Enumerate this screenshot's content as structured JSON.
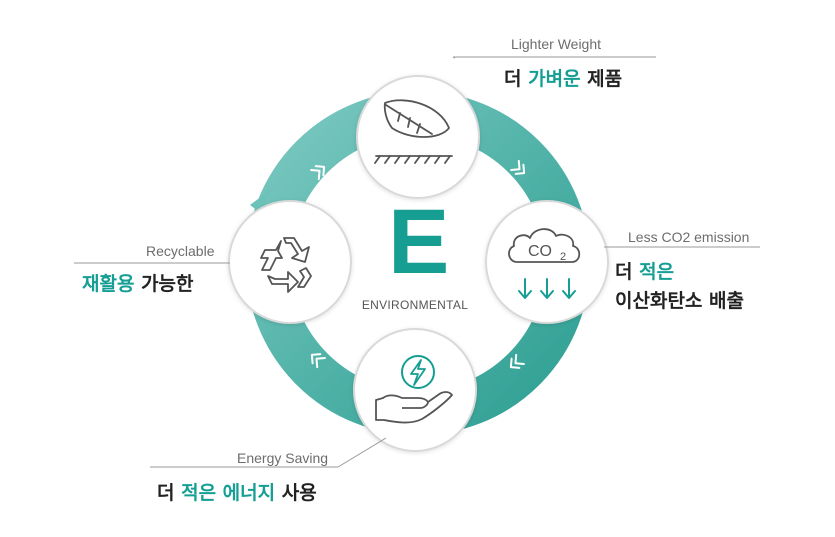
{
  "center": {
    "letter": "E",
    "word": "ENVIRONMENTAL"
  },
  "nodes": [
    {
      "key": "top",
      "icon": "feather-icon",
      "en": "Lighter Weight",
      "ko_plain1": "더 ",
      "ko_teal": "가벼운",
      "ko_plain2": " 제품"
    },
    {
      "key": "right",
      "icon": "co2-cloud-icon",
      "icon_text": "CO",
      "icon_sub": "2",
      "en": "Less CO2 emission",
      "ko_plain1": "더 ",
      "ko_teal": "적은",
      "ko_line2": "이산화탄소 배출"
    },
    {
      "key": "bottom",
      "icon": "energy-hand-icon",
      "en": "Energy Saving",
      "ko_plain1": "더 ",
      "ko_teal": "적은 에너지",
      "ko_plain2": " 사용"
    },
    {
      "key": "left",
      "icon": "recycle-icon",
      "en": "Recyclable",
      "ko_teal": "재활용",
      "ko_plain2": " 가능한"
    }
  ],
  "colors": {
    "ring_dark": "#3ea79c",
    "ring_light": "#7cc9c1",
    "accent": "#159e94",
    "circle_border": "#d9d9d9",
    "icon_stroke": "#555555"
  }
}
